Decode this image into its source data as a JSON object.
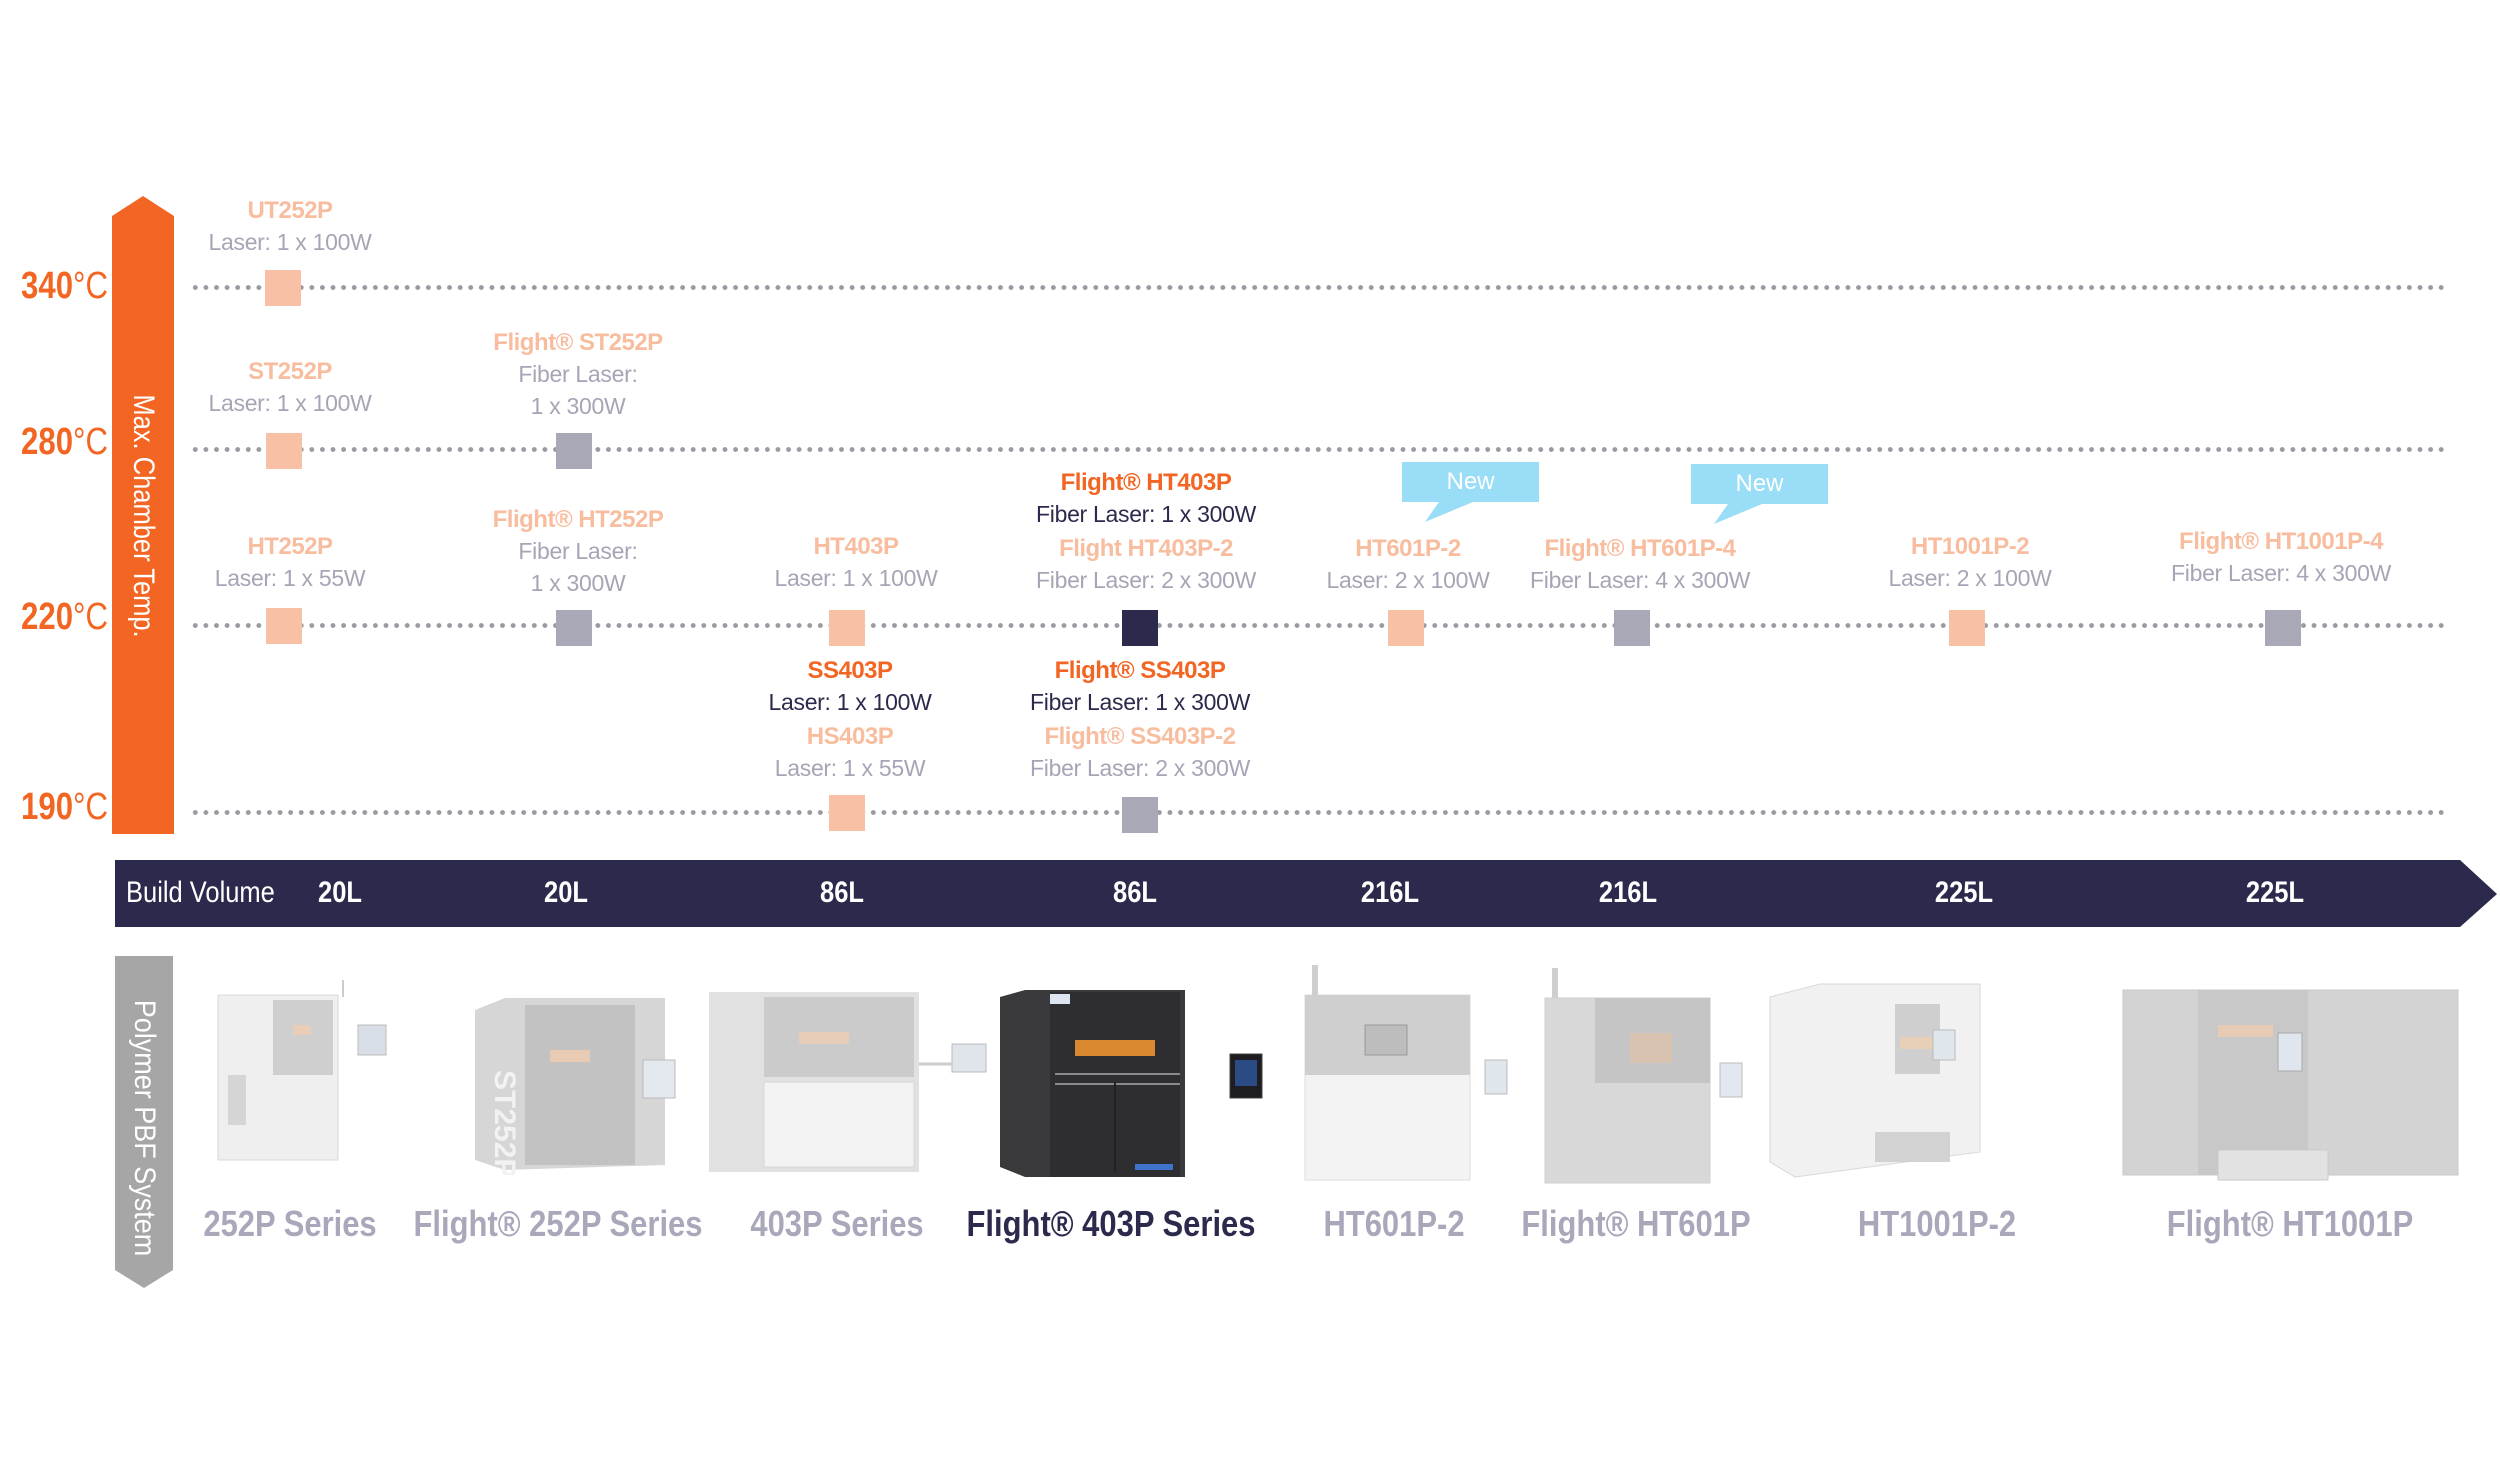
{
  "axis": {
    "title": "Max. Chamber Temp.",
    "levels": [
      {
        "value": "340",
        "unit": "°C"
      },
      {
        "value": "280",
        "unit": "°C"
      },
      {
        "value": "220",
        "unit": "°C"
      },
      {
        "value": "190",
        "unit": "°C"
      }
    ]
  },
  "build_volume": {
    "label": "Build Volume",
    "values": [
      "20L",
      "20L",
      "86L",
      "86L",
      "216L",
      "216L",
      "225L",
      "225L"
    ]
  },
  "system_label": "Polymer PBF System",
  "new_badge": "New",
  "products": {
    "ut252p": {
      "name": "UT252P",
      "spec": "Laser: 1 x 100W"
    },
    "st252p": {
      "name": "ST252P",
      "spec": "Laser: 1 x 100W"
    },
    "ht252p": {
      "name": "HT252P",
      "spec": "Laser: 1 x 55W"
    },
    "flight_st252p": {
      "name": "Flight® ST252P",
      "spec1": "Fiber Laser:",
      "spec2": "1 x 300W"
    },
    "flight_ht252p": {
      "name": "Flight® HT252P",
      "spec1": "Fiber Laser:",
      "spec2": "1 x 300W"
    },
    "ht403p": {
      "name": "HT403P",
      "spec": "Laser: 1 x 100W"
    },
    "ss403p": {
      "name": "SS403P",
      "spec": "Laser: 1 x 100W"
    },
    "hs403p": {
      "name": "HS403P",
      "spec": "Laser: 1 x 55W"
    },
    "flight_ht403p": {
      "name": "Flight® HT403P",
      "spec": "Fiber Laser: 1 x 300W"
    },
    "flight_ht403p_2": {
      "name": "Flight HT403P-2",
      "spec": "Fiber Laser: 2 x 300W"
    },
    "flight_ss403p": {
      "name": "Flight® SS403P",
      "spec": "Fiber Laser: 1 x 300W"
    },
    "flight_ss403p_2": {
      "name": "Flight® SS403P-2",
      "spec": "Fiber Laser: 2 x 300W"
    },
    "ht601p_2": {
      "name": "HT601P-2",
      "spec": "Laser: 2 x 100W"
    },
    "flight_ht601p_4": {
      "name": "Flight® HT601P-4",
      "spec": "Fiber Laser: 4 x 300W"
    },
    "ht1001p_2": {
      "name": "HT1001P-2",
      "spec": "Laser: 2 x 100W"
    },
    "flight_ht1001p_4": {
      "name": "Flight® HT1001P-4",
      "spec": "Fiber Laser: 4 x 300W"
    }
  },
  "series": [
    {
      "label": "252P Series",
      "active": false
    },
    {
      "label": "Flight® 252P Series",
      "active": false
    },
    {
      "label": "403P Series",
      "active": false
    },
    {
      "label": "Flight® 403P Series",
      "active": true
    },
    {
      "label": "HT601P-2",
      "active": false
    },
    {
      "label": "Flight® HT601P",
      "active": false
    },
    {
      "label": "HT1001P-2",
      "active": false
    },
    {
      "label": "Flight® HT1001P",
      "active": false
    }
  ],
  "colors": {
    "accent_orange": "#f26522",
    "navy": "#2b2a4c",
    "faded_orange": "#f8c0a4",
    "faded_gray": "#a9a8b6",
    "new_badge": "#99ddf7",
    "system_bar": "#a6a6a6"
  }
}
